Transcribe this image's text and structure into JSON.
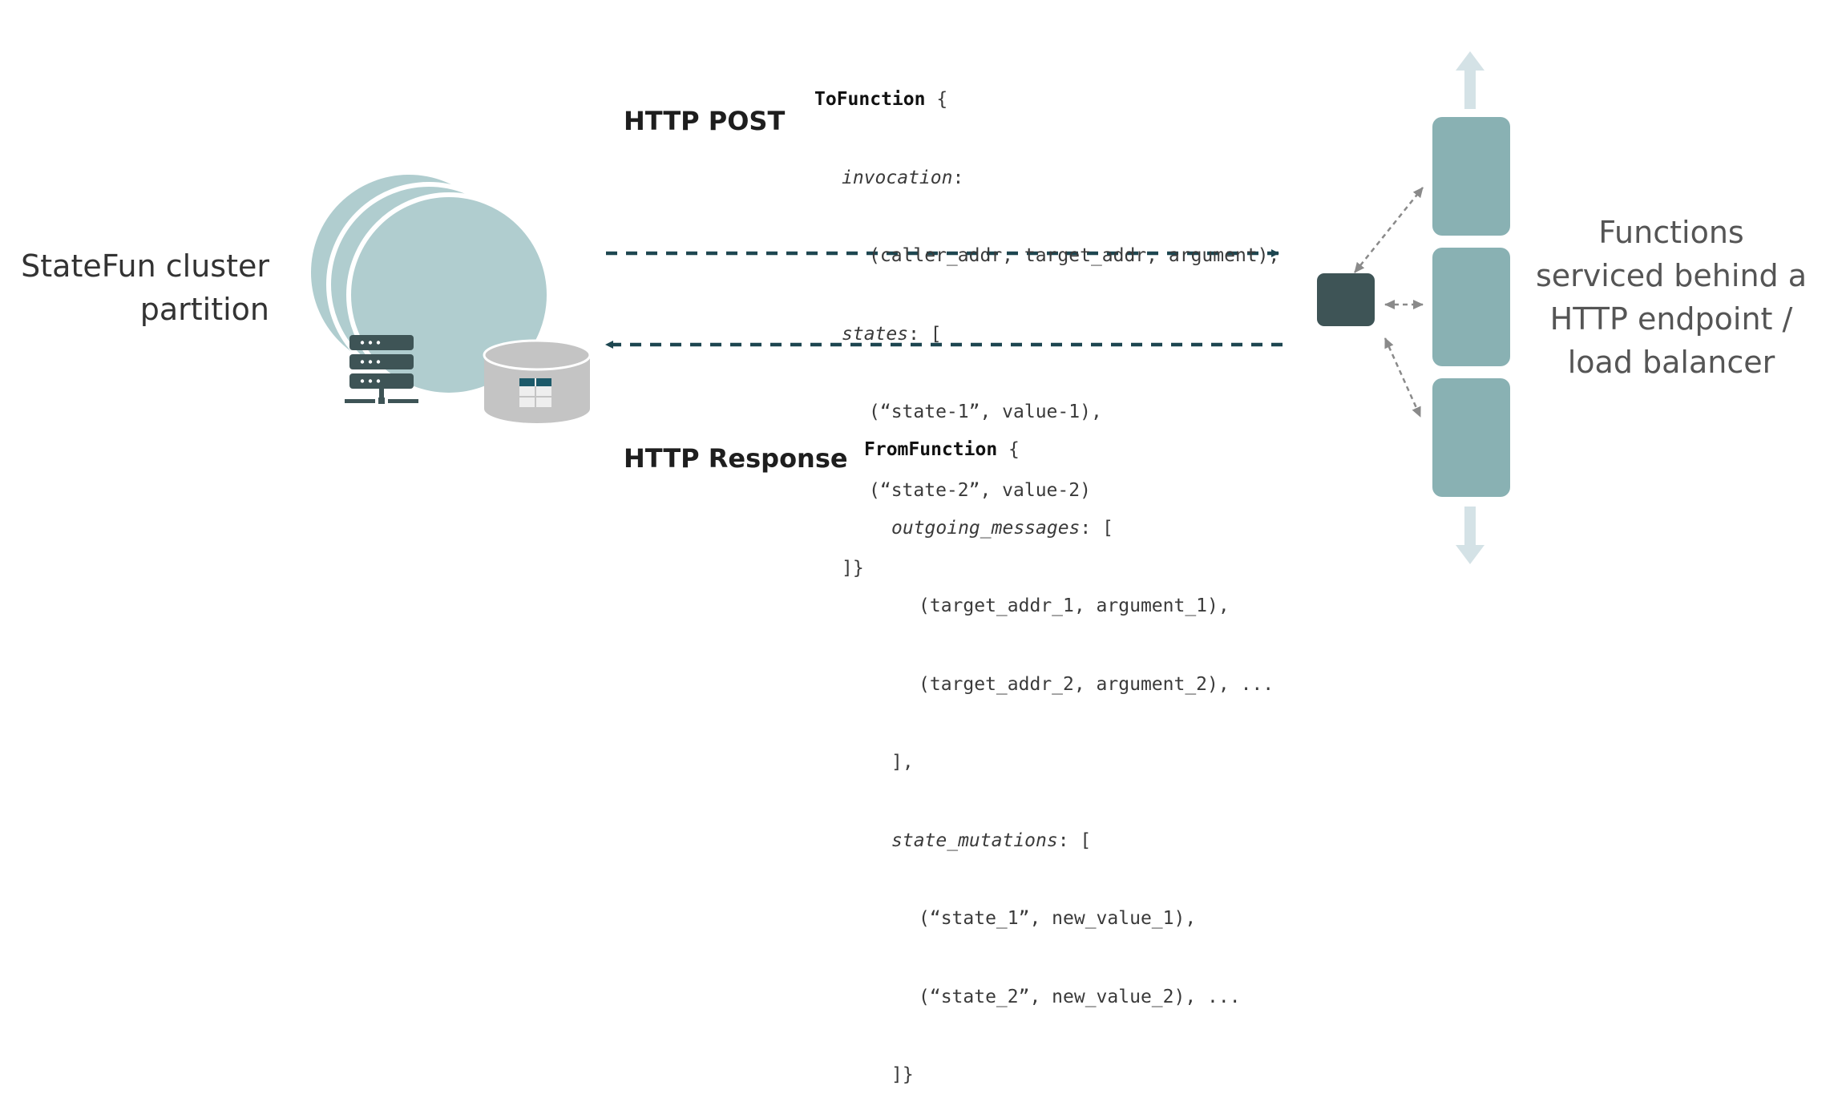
{
  "cluster_label": [
    "StateFun cluster",
    "partition"
  ],
  "functions_label": [
    "Functions",
    "serviced behind a",
    "HTTP endpoint /",
    "load balancer"
  ],
  "request": {
    "method_label": "HTTP POST",
    "code": {
      "type": "ToFunction",
      "open": " {",
      "invocation_key": "invocation",
      "invocation_value": "(caller_addr, target_addr, argument),",
      "states_key": "states",
      "states_open": ": [",
      "state_1": "(“state-1”, value-1),",
      "state_2": "(“state-2”, value-2)",
      "close": "]}"
    }
  },
  "response": {
    "method_label": "HTTP Response",
    "code": {
      "type": "FromFunction",
      "open": " {",
      "messages_key": "outgoing_messages",
      "messages_open": ": [",
      "message_1": "(target_addr_1, argument_1),",
      "message_2": "(target_addr_2, argument_2), ...",
      "messages_close": "],",
      "mutations_key": "state_mutations",
      "mutations_open": ": [",
      "mutation_1": "(“state_1”, new_value_1),",
      "mutation_2": "(“state_2”, new_value_2), ...",
      "close": "]}"
    }
  },
  "colors": {
    "circle": "#b0cdcf",
    "server": "#3e5456",
    "cylinder": "#c4c4c4",
    "arrow": "#1d4650",
    "balancer": "#3e5456",
    "function_box": "#89b1b3",
    "scale_arrow": "#d4e2e6"
  }
}
